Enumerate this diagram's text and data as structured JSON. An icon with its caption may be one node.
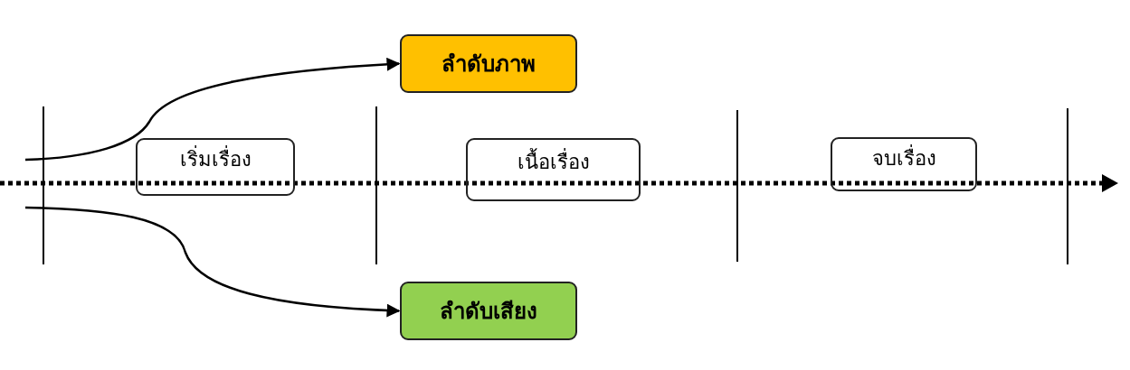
{
  "diagram": {
    "nodes": [
      {
        "text": [
          "ลำดับภาพ"
        ]
      },
      {
        "text": [
          "เริ่มเรื่อง"
        ]
      },
      {
        "text": [
          "เนื้อเรื่อง"
        ]
      },
      {
        "text": [
          "จบเรื่อง"
        ]
      },
      {
        "text": [
          "ลำดับเสียง"
        ]
      }
    ],
    "edges": [
      {
        "from": null,
        "to": 0,
        "arrow": "to"
      },
      {
        "from": null,
        "to": 4,
        "arrow": "to"
      }
    ]
  }
}
